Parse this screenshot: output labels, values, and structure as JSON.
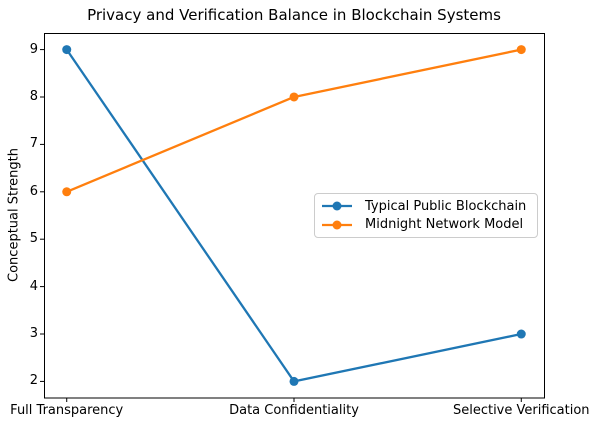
{
  "chart_data": {
    "type": "line",
    "title": "Privacy and Verification Balance in Blockchain Systems",
    "xlabel": "",
    "ylabel": "Conceptual Strength",
    "categories": [
      "Full Transparency",
      "Data Confidentiality",
      "Selective Verification"
    ],
    "series": [
      {
        "name": "Typical Public Blockchain",
        "color": "#1f77b4",
        "values": [
          9,
          2,
          3
        ]
      },
      {
        "name": "Midnight Network Model",
        "color": "#ff7f0e",
        "values": [
          6,
          8,
          9
        ]
      }
    ],
    "yticks": [
      2,
      3,
      4,
      5,
      6,
      7,
      8,
      9
    ],
    "ylim": [
      1.65,
      9.35
    ],
    "xlim": [
      -0.1,
      2.1
    ],
    "grid": false,
    "legend_position": "center-right",
    "axis_color": "#000000",
    "text_color": "#000000",
    "background_color": "#ffffff"
  }
}
